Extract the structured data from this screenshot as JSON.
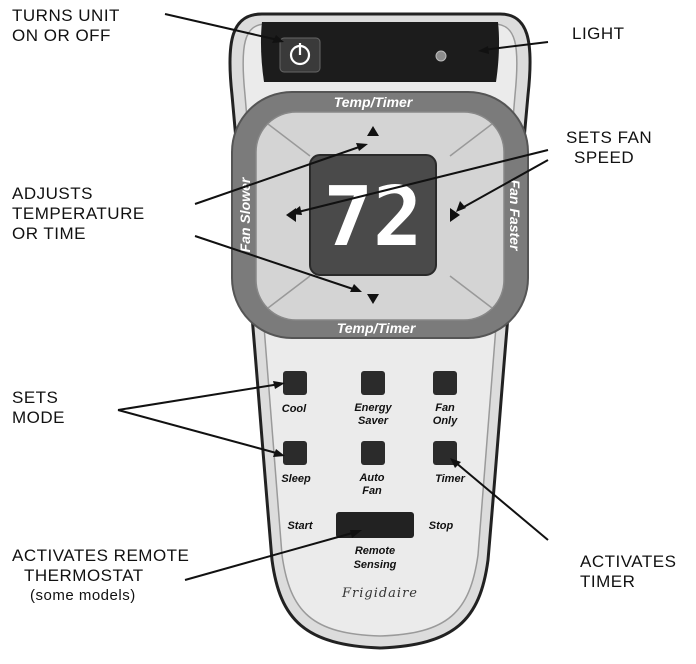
{
  "callouts": {
    "power_line1": "TURNS UNIT",
    "power_line2": "ON OR OFF",
    "light": "LIGHT",
    "fan_line1": "SETS FAN",
    "fan_line2": "SPEED",
    "adjust_line1": "ADJUSTS",
    "adjust_line2": "TEMPERATURE",
    "adjust_line3": "OR TIME",
    "mode_line1": "SETS",
    "mode_line2": "MODE",
    "remote_line1": "ACTIVATES REMOTE",
    "remote_line2": "THERMOSTAT",
    "remote_line3": "(some models)",
    "timer_line1": "ACTIVATES",
    "timer_line2": "TIMER"
  },
  "remote": {
    "display_value": "72",
    "ring_top": "Temp/Timer",
    "ring_bottom": "Temp/Timer",
    "ring_left": "Fan Slower",
    "ring_right": "Fan Faster",
    "buttons": {
      "cool": "Cool",
      "energy_line1": "Energy",
      "energy_line2": "Saver",
      "fan_only_line1": "Fan",
      "fan_only_line2": "Only",
      "sleep": "Sleep",
      "auto_fan_line1": "Auto",
      "auto_fan_line2": "Fan",
      "timer": "Timer"
    },
    "start": "Start",
    "stop": "Stop",
    "remote_sensing_line1": "Remote",
    "remote_sensing_line2": "Sensing",
    "brand": "Frigidaire"
  },
  "colors": {
    "body": "#d9d9d9",
    "ring": "#7a7a7a",
    "display": "#4a4a4a",
    "button": "#2b2b2b",
    "top_panel": "#1a1a1a"
  }
}
